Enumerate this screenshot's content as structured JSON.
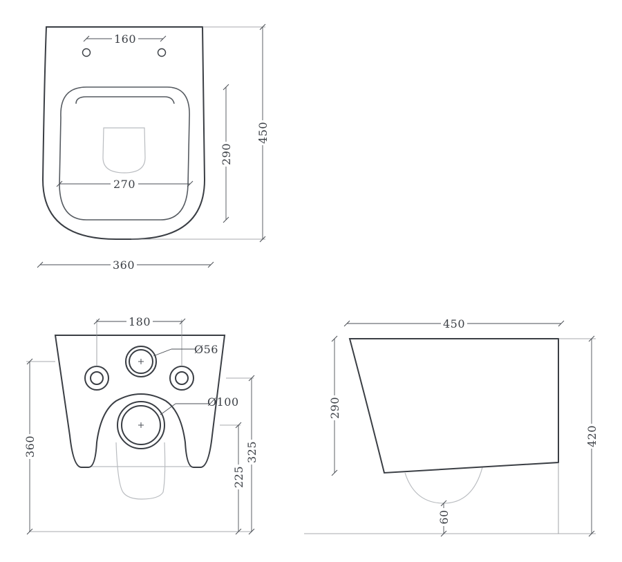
{
  "top_view": {
    "dim_mount_holes": "160",
    "dim_seat_width": "270",
    "dim_bowl_depth": "290",
    "dim_total_length": "450",
    "dim_total_width": "360"
  },
  "front_view": {
    "dim_inlet_spacing": "180",
    "dim_inlet_diameter": "Ø56",
    "dim_outlet_diameter": "Ø100",
    "dim_height": "360",
    "dim_outlet_height": "225",
    "dim_inlet_height": "325"
  },
  "side_view": {
    "dim_length": "450",
    "dim_bowl_height": "290",
    "dim_mount_height": "420",
    "dim_outlet_offset": "60"
  },
  "colors": {
    "line": "#3a3e44",
    "faint": "#b9bcc0",
    "background": "#ffffff"
  }
}
